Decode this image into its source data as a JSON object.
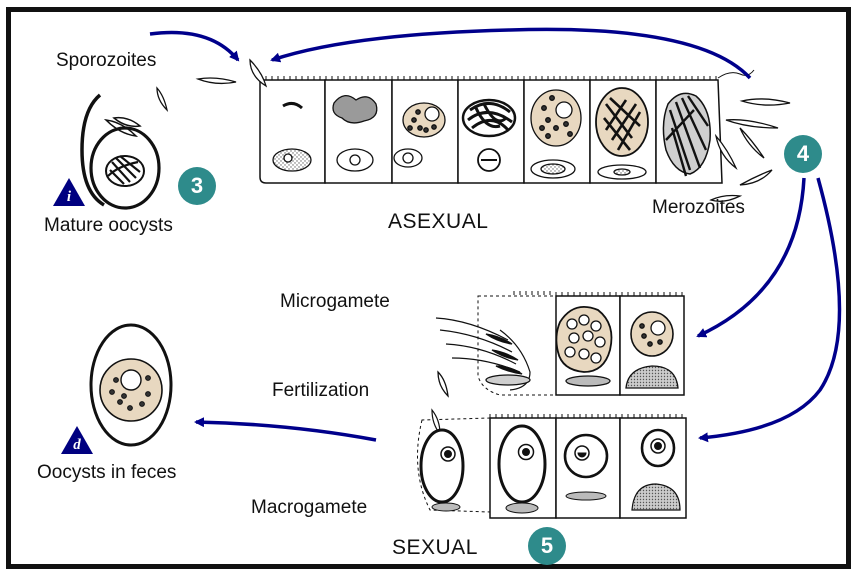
{
  "labels": {
    "sporozoites": "Sporozoites",
    "mature_oocysts": "Mature oocysts",
    "asexual": "ASEXUAL",
    "merozoites": "Merozoites",
    "microgamete": "Microgamete",
    "fertilization": "Fertilization",
    "oocysts_in_feces": "Oocysts in feces",
    "macrogamete": "Macrogamete",
    "sexual": "SEXUAL"
  },
  "badges": {
    "step_3": "3",
    "step_4": "4",
    "step_5": "5"
  },
  "stage_markers": {
    "infective": "i",
    "diagnostic": "d"
  },
  "colors": {
    "arrow": "#00008b",
    "badge_teal": "#2e8b8b",
    "marker_navy": "#000080",
    "nucleus_fill": "#e8d8c0",
    "outline": "#111111"
  },
  "icons": {
    "step_badge": "circle-number",
    "stage_marker": "triangle-letter"
  }
}
